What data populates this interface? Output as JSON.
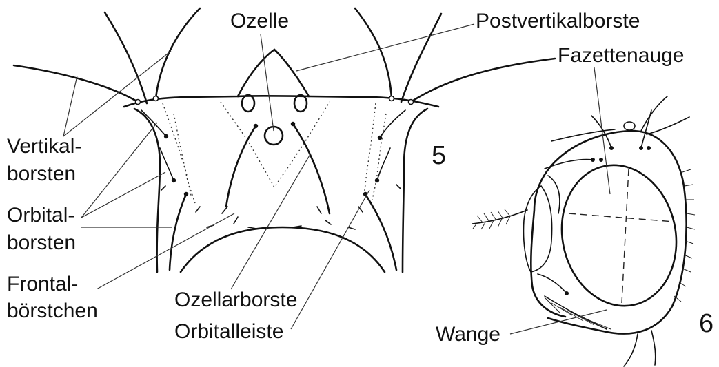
{
  "labels": {
    "ozelle": "Ozelle",
    "postvertikalborste": "Postvertikalborste",
    "fazettenauge": "Fazettenauge",
    "vertikal_1": "Vertikal-",
    "vertikal_2": "borsten",
    "orbital_1": "Orbital-",
    "orbital_2": "borsten",
    "frontal_1": "Frontal-",
    "frontal_2": "börstchen",
    "ozellarborste": "Ozellarborste",
    "orbitalleiste": "Orbitalleiste",
    "wange": "Wange"
  },
  "figure_numbers": {
    "fig5": "5",
    "fig6": "6"
  },
  "colors": {
    "ink": "#111111",
    "background": "#ffffff"
  }
}
